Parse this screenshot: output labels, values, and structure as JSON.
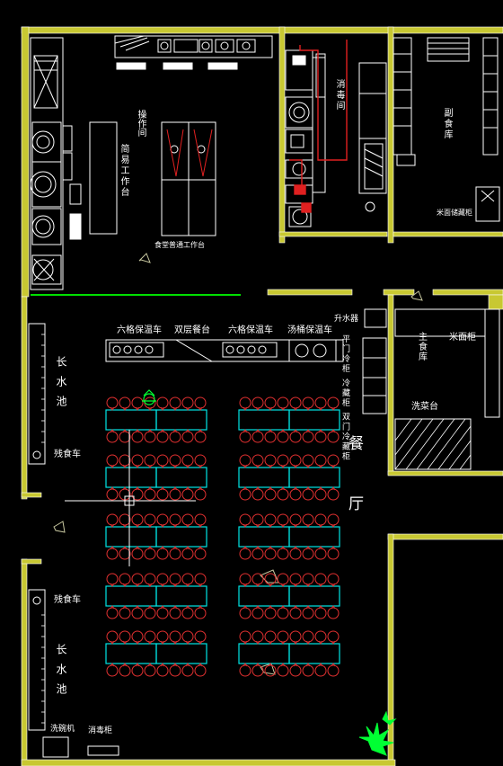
{
  "colors": {
    "background": "#000000",
    "wall": "#c8c832",
    "wall_outline": "#ffffff",
    "fixture": "#ffffff",
    "table": "#00e5e5",
    "chair": "#e03030",
    "pipe": "#e02020",
    "partition": "#00e000",
    "plant": "#00ff33",
    "cursor": "#ffffff"
  },
  "labels": {
    "caozuojian": "操作间",
    "caozuojian_table": "简易工作台",
    "longtable_counter": "食堂普通工作台",
    "xiaoxiao": "消毒间",
    "staple_store": "副食库",
    "rice_bag_shelf": "米面储藏柜",
    "liuge_left": "六格保温车",
    "double_fry": "双层餐台",
    "liuge_right": "六格保温车",
    "hot_soup": "汤桶保温车",
    "sheng": "升水器",
    "side_list": "平门冷柜 冷藏柜 双门冷藏柜",
    "zhushi_store": "主食库",
    "rice_cabinet": "米面柜",
    "water_counter": "洗菜台",
    "long_sink_top": "长水池",
    "long_sink_bottom": "长水池",
    "cart_top": "残食车",
    "cart_bottom": "残食车",
    "dining_hall": "餐厅",
    "bottom_left_1": "洗碗机",
    "bottom_left_2": "消毒柜"
  }
}
